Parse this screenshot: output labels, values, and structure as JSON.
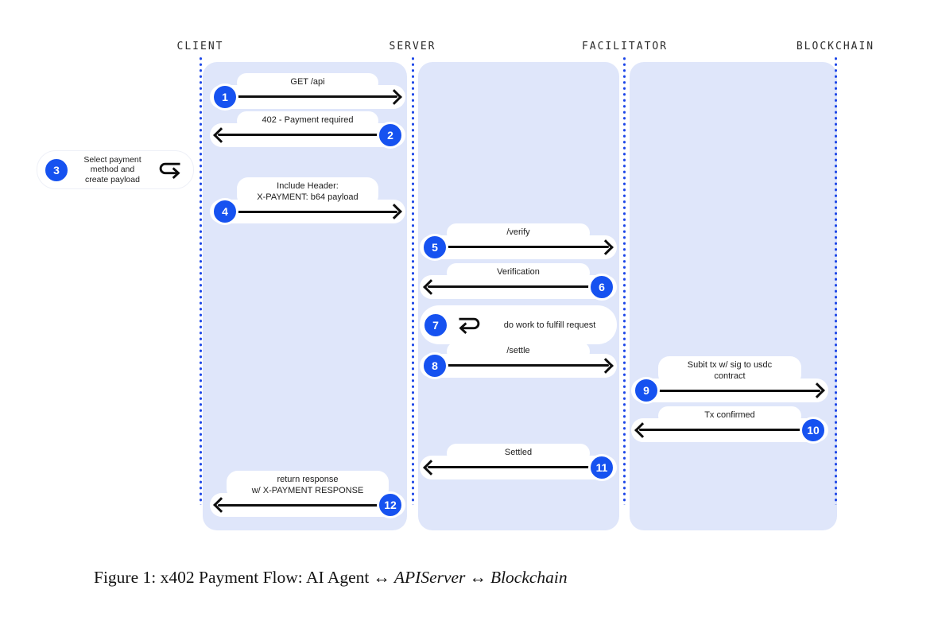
{
  "colors": {
    "accent_blue": "#1652f0",
    "lane_fill": "#dfe6fa",
    "lifeline_blue": "#1c46e8",
    "arrow_black": "#0e0e0e"
  },
  "actors": [
    {
      "label": "CLIENT"
    },
    {
      "label": "SERVER"
    },
    {
      "label": "FACILITATOR"
    },
    {
      "label": "BLOCKCHAIN"
    }
  ],
  "messages": [
    {
      "num": "1",
      "from": "CLIENT",
      "to": "SERVER",
      "direction": "right",
      "lines": [
        "GET /api"
      ]
    },
    {
      "num": "2",
      "from": "SERVER",
      "to": "CLIENT",
      "direction": "left",
      "lines": [
        "402 - Payment required"
      ]
    },
    {
      "num": "3",
      "from": "CLIENT",
      "to": "CLIENT",
      "direction": "self",
      "lines": [
        "Select payment",
        "method and",
        "create payload"
      ]
    },
    {
      "num": "4",
      "from": "CLIENT",
      "to": "SERVER",
      "direction": "right",
      "lines": [
        "Include Header:",
        "X-PAYMENT: b64 payload"
      ]
    },
    {
      "num": "5",
      "from": "SERVER",
      "to": "FACILITATOR",
      "direction": "right",
      "lines": [
        "/verify"
      ]
    },
    {
      "num": "6",
      "from": "FACILITATOR",
      "to": "SERVER",
      "direction": "left",
      "lines": [
        "Verification"
      ]
    },
    {
      "num": "7",
      "from": "SERVER",
      "to": "SERVER",
      "direction": "self",
      "lines": [
        "do work to fulfill request"
      ]
    },
    {
      "num": "8",
      "from": "SERVER",
      "to": "FACILITATOR",
      "direction": "right",
      "lines": [
        "/settle"
      ]
    },
    {
      "num": "9",
      "from": "FACILITATOR",
      "to": "BLOCKCHAIN",
      "direction": "right",
      "lines": [
        "Subit tx w/ sig to usdc",
        "contract"
      ]
    },
    {
      "num": "10",
      "from": "BLOCKCHAIN",
      "to": "FACILITATOR",
      "direction": "left",
      "lines": [
        "Tx confirmed"
      ]
    },
    {
      "num": "11",
      "from": "FACILITATOR",
      "to": "SERVER",
      "direction": "left",
      "lines": [
        "Settled"
      ]
    },
    {
      "num": "12",
      "from": "SERVER",
      "to": "CLIENT",
      "direction": "left",
      "lines": [
        "return response",
        "w/ X-PAYMENT RESPONSE"
      ]
    }
  ],
  "caption": {
    "text_prefix": "Figure 1: x402 Payment Flow: AI Agent",
    "arrow": "↔",
    "term_api_server": "APIServer",
    "term_blockchain": "Blockchain"
  }
}
